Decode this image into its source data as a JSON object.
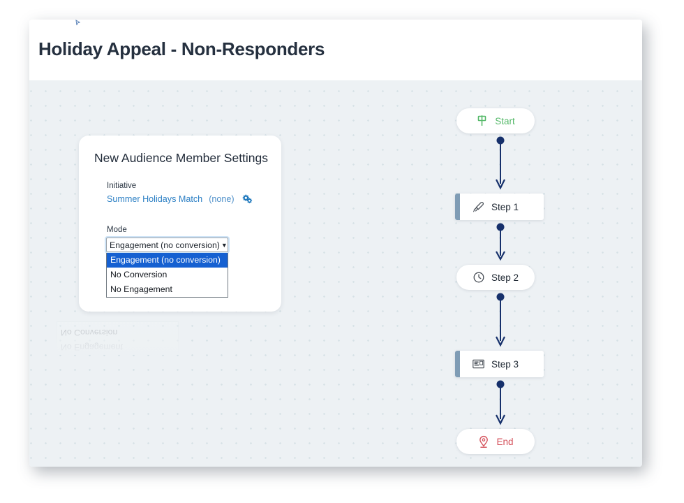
{
  "header": {
    "title": "Holiday Appeal - Non-Responders",
    "marker_icon": "cursor-marker-icon"
  },
  "settings_panel": {
    "title": "New Audience Member Settings",
    "initiative": {
      "label": "Initiative",
      "name": "Summer Holidays Match",
      "status": "(none)",
      "settings_icon": "cogs-icon"
    },
    "mode": {
      "label": "Mode",
      "selected_value": "Engagement (no conversion)",
      "caret_icon": "chevron-down-icon",
      "options": [
        "Engagement (no conversion)",
        "No Conversion",
        "No Engagement"
      ],
      "highlight_color": "#1560d1"
    },
    "reflection_artifact": {
      "lines": [
        "No Engagement",
        "No Conversion"
      ]
    }
  },
  "flow": {
    "nodes": [
      {
        "id": "start",
        "label": "Start",
        "icon": "signpost-icon",
        "color": "#56b96a",
        "shape": "pill"
      },
      {
        "id": "step1",
        "label": "Step 1",
        "icon": "megaphone-icon",
        "color": "#1f2833",
        "shape": "rect",
        "accent_color": "#7f9cb5"
      },
      {
        "id": "step2",
        "label": "Step 2",
        "icon": "clock-icon",
        "color": "#1f2833",
        "shape": "pill"
      },
      {
        "id": "step3",
        "label": "Step 3",
        "icon": "mail-icon",
        "color": "#1f2833",
        "shape": "rect",
        "accent_color": "#7f9cb5"
      },
      {
        "id": "end",
        "label": "End",
        "icon": "map-pin-icon",
        "color": "#d4515b",
        "shape": "pill"
      }
    ],
    "connector_color": "#16306b"
  },
  "colors": {
    "canvas_bg": "#edf1f4",
    "canvas_dot": "#d6e1e6",
    "card_bg": "#ffffff",
    "title_text": "#25303f",
    "link_blue": "#2b7fc4"
  }
}
